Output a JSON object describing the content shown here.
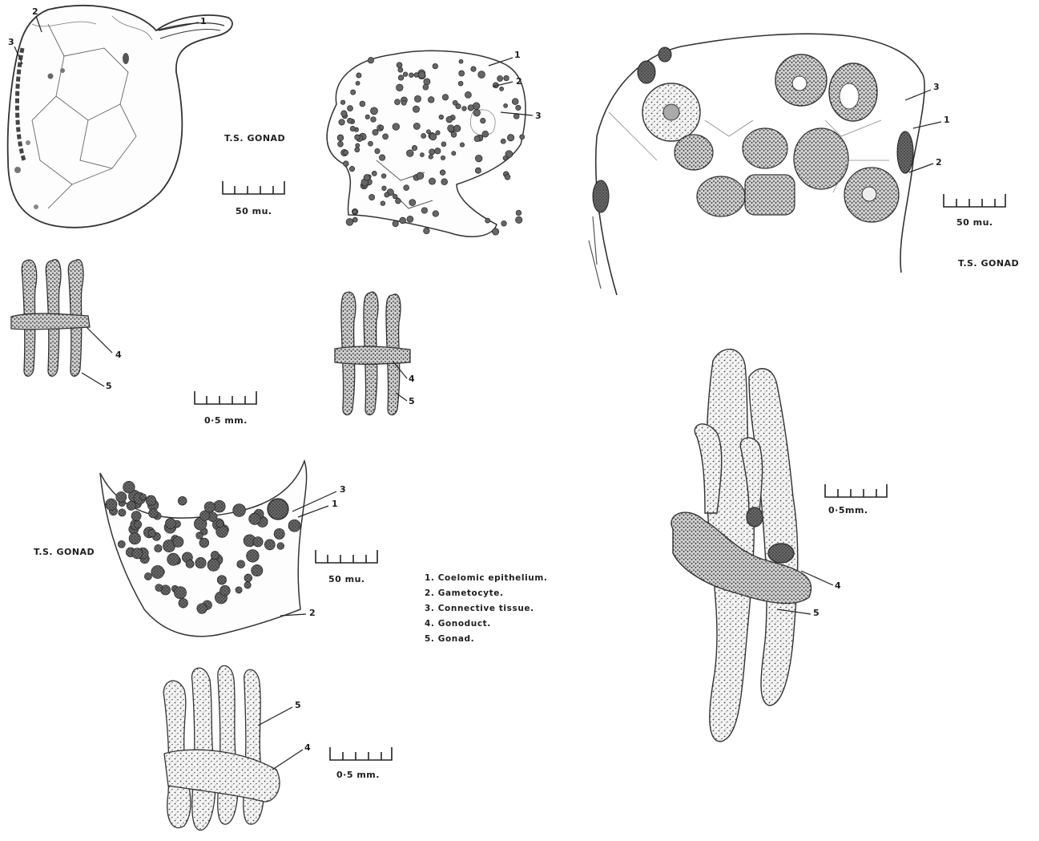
{
  "figure": {
    "ts_gonad_label": "T.S. GONAD",
    "scale_50mu": "50 mu.",
    "scale_05mm": "0·5 mm.",
    "scale_05mm_alt": "0·5mm.",
    "part_numbers": [
      "1",
      "2",
      "3",
      "4",
      "5"
    ]
  },
  "legend": {
    "items": [
      "1. Coelomic epithelium.",
      "2. Gametocyte.",
      "3. Connective tissue.",
      "4. Gonoduct.",
      "5. Gonad."
    ]
  }
}
